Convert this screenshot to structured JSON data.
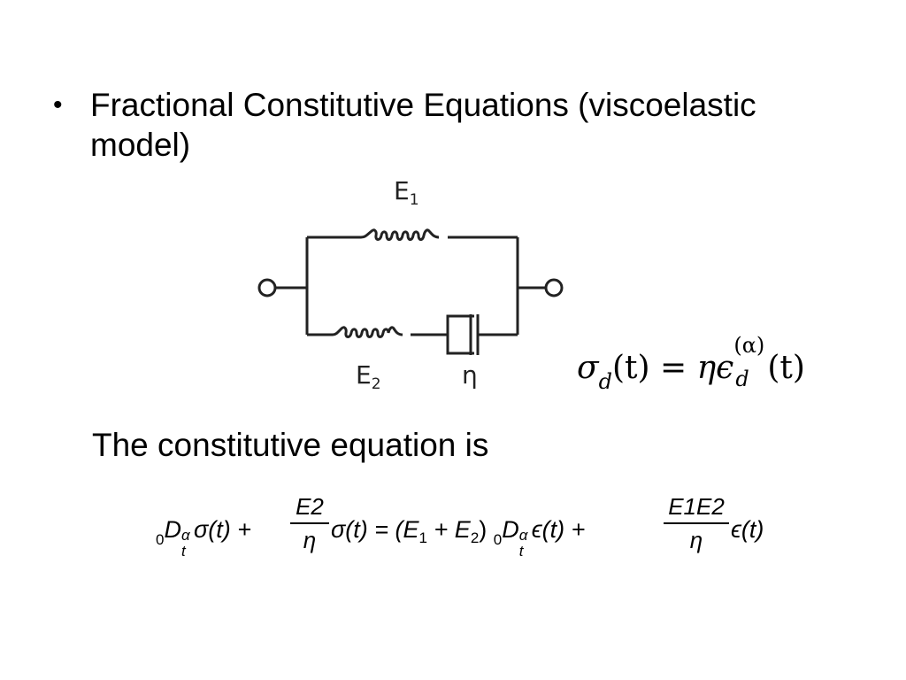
{
  "slide": {
    "bullet": "•",
    "heading_line1": "Fractional Constitutive Equations (viscoelastic",
    "heading_line2": "model)",
    "sentence": "The constitutive equation is"
  },
  "diagram": {
    "label_e1": "E",
    "label_e1_sub": "1",
    "label_e2": "E",
    "label_e2_sub": "2",
    "label_eta": "η"
  },
  "equations": {
    "dashpot": {
      "lhs_symbol": "σ",
      "lhs_sub": "d",
      "lhs_arg": "(t)",
      "equals": "=",
      "eta": "η",
      "eps": "ϵ",
      "order": "(α)",
      "eps_sub": "d",
      "rhs_arg": "(t)"
    },
    "main": {
      "pre0": "0",
      "D": "D",
      "alpha": "α",
      "t_sub": "t",
      "sigma_t": "σ(t) +",
      "frac1_num": "E2",
      "frac1_den": "η",
      "sigma_t2": "σ(t) = (E",
      "sub1": "1",
      "plus": "+ E",
      "sub2": "2",
      "close": ")",
      "pre0b": "0",
      "D2": "D",
      "alpha2": "α",
      "t_sub2": "t",
      "eps_t": "ϵ(t) +",
      "frac2_num": "E1E2",
      "frac2_den": "η",
      "eps_t2": "ϵ(t)"
    }
  },
  "colors": {
    "background": "#ffffff",
    "text": "#000000",
    "diagram_stroke": "#222222"
  }
}
